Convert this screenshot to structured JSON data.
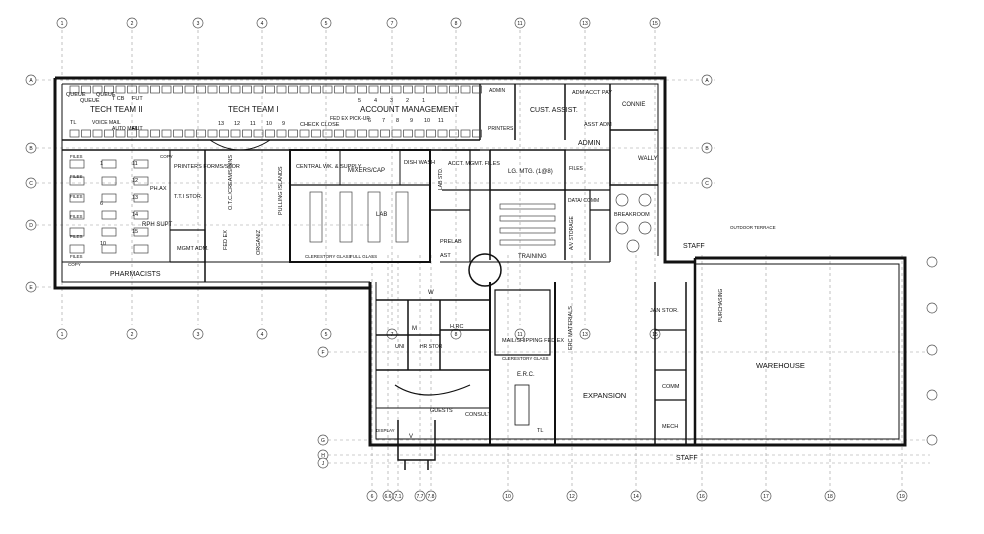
{
  "grid": {
    "cols": [
      "1",
      "2",
      "3",
      "4",
      "5",
      "7",
      "8",
      "11",
      "13",
      "15"
    ],
    "cols_bottom": [
      "6",
      "6.6",
      "7.1",
      "7.7",
      "7.8",
      "10",
      "12",
      "14",
      "16",
      "17",
      "18",
      "19"
    ],
    "rows_left": [
      "A",
      "B",
      "C",
      "D",
      "E"
    ],
    "rows_right": [
      "A",
      "B",
      "C"
    ],
    "rows_lower": [
      "F",
      "G",
      "H",
      "J"
    ]
  },
  "rooms": {
    "tech_team_ii": "TECH TEAM II",
    "tech_team_i": "TECH TEAM I",
    "account_management": "ACCOUNT MANAGEMENT",
    "admin_top": "ADMIN",
    "cust_assist": "CUST. ASSIST.",
    "adm_acct_pay": "ADM ACCT PAY",
    "connie": "CONNIE",
    "asst_adm": "ASST ADM",
    "admin": "ADMIN",
    "wally": "WALLY",
    "breakroom": "BREAKROOM",
    "data_comm": "DATA/ COMM",
    "files_right": "FILES",
    "lg_mtg": "LG. MTG. (1@8)",
    "training": "TRAINING",
    "av_storage": "A/V STORAGE",
    "acct_mgmt_files": "ACCT. MGMT. FILES",
    "printers_mid": "PRINTERS",
    "dish_wash": "DISH WASH",
    "mixers_cap": "MIXERS/CAP",
    "central_wk": "CENTRAL WK. & SUPPLY",
    "lab": "LAB",
    "lab_std": "LAB STD.",
    "prelab": "PRELAB",
    "ast": "AST",
    "clerestory_1": "CLERESTORY GLASS",
    "full_glass": "FULL GLASS",
    "pulling_islands": "PULLING ISLANDS",
    "otc_creams": "O.T.C./CREAMS/BINS",
    "printers_forms": "PRINTERS FORMS/STOR",
    "tti_stor": "T.T.I STOR.",
    "mgmt_adm": "MGMT ADM.",
    "fed_ex_left": "FED EX",
    "organiz": "ORGANIZ",
    "pharmacists": "PHARMACISTS",
    "rph_supt": "RPH SUPT",
    "phax": "PH.AX",
    "queue1": "QUEUE",
    "queue2": "QUEUE",
    "queue3": "QUEUE",
    "tl1": "TL",
    "tcb": "T CB",
    "fut1": "FUT",
    "fut2": "FUT",
    "voice_mail": "VOICE MAIL",
    "auto_mail": "AUTO MAIL",
    "fed_ex_pickup": "FED EX PICK-UP",
    "check_close": "CHECK CLOSE",
    "staff_top": "STAFF",
    "staff_bottom": "STAFF",
    "outdoor_terrace": "OUTDOOR TERRACE",
    "warehouse": "WAREHOUSE",
    "purchasing": "PURCHASING",
    "jan_stor": "JAN STOR.",
    "comm": "COMM",
    "mech": "MECH",
    "expansion": "EXPANSION",
    "erc_materials": "ERC MATERIALS",
    "mail_shipping": "MAIL/SHIPPING FED EX",
    "clerestory_2": "CLERESTORY GLASS",
    "erc": "E.R.C.",
    "consult": "CONSULT",
    "guests": "GUESTS",
    "display": "DISPLAY",
    "w": "W",
    "m": "M",
    "hrc": "H.RC",
    "uni": "UNI",
    "hr_stor": "HR STOR",
    "v": "V",
    "tl_erc": "TL",
    "files_label": "FILES",
    "copy_label": "COPY"
  },
  "desk_numbers": {
    "tech_team_i": [
      "13",
      "12",
      "11",
      "10",
      "9"
    ],
    "account_top": [
      "5",
      "4",
      "3",
      "2",
      "1"
    ],
    "account_bottom": [
      "6",
      "7",
      "8",
      "9",
      "10",
      "11"
    ],
    "pharm_left": [
      "11",
      "12",
      "13",
      "14",
      "15"
    ],
    "pharm_left_b": [
      "1",
      "6",
      "10"
    ]
  }
}
